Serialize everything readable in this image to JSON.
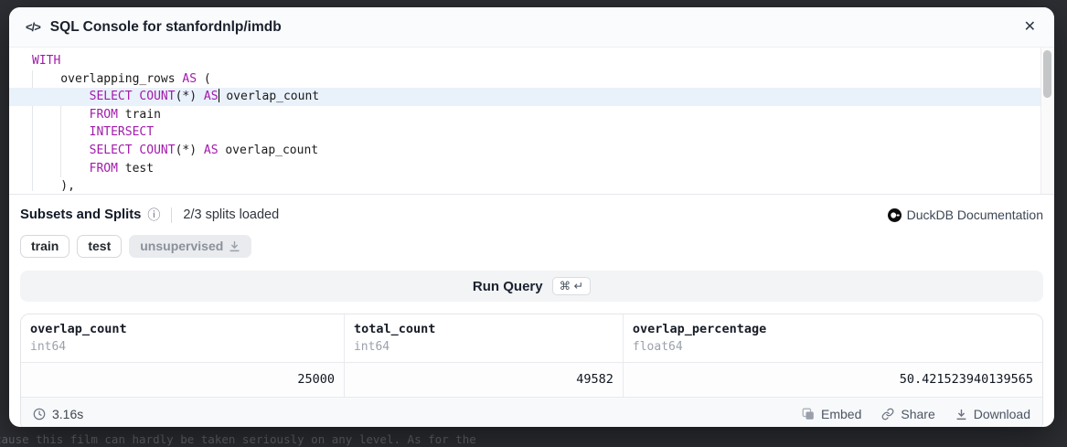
{
  "backdrop": {
    "page_text": "cause this film can hardly be taken seriously on any level. As for the"
  },
  "icons": {
    "code": "</>",
    "close": "✕",
    "info": "ⓘ"
  },
  "modal": {
    "title": "SQL Console for stanfordnlp/imdb"
  },
  "code": {
    "l1": {
      "k1": "WITH"
    },
    "l2": {
      "p1": "    overlapping_rows ",
      "k1": "AS",
      "p2": " ("
    },
    "l3": {
      "p1": "        ",
      "k1": "SELECT",
      "p2": " ",
      "k2": "COUNT",
      "p3": "(*) ",
      "k3": "AS",
      "p4": " overlap_count"
    },
    "l4": {
      "p1": "        ",
      "k1": "FROM",
      "p2": " train"
    },
    "l5": {
      "p1": "        ",
      "k1": "INTERSECT"
    },
    "l6": {
      "p1": "        ",
      "k1": "SELECT",
      "p2": " ",
      "k2": "COUNT",
      "p3": "(*) ",
      "k3": "AS",
      "p4": " overlap_count"
    },
    "l7": {
      "p1": "        ",
      "k1": "FROM",
      "p2": " test"
    },
    "l8": {
      "p1": "    ),"
    }
  },
  "subsets": {
    "heading": "Subsets and Splits",
    "status": "2/3 splits loaded",
    "doc_link": "DuckDB Documentation",
    "splits": [
      {
        "label": "train"
      },
      {
        "label": "test"
      },
      {
        "label": "unsupervised"
      }
    ]
  },
  "run": {
    "label": "Run Query",
    "shortcut": "⌘ ↵"
  },
  "results": {
    "columns": [
      {
        "name": "overlap_count",
        "type": "int64"
      },
      {
        "name": "total_count",
        "type": "int64"
      },
      {
        "name": "overlap_percentage",
        "type": "float64"
      }
    ],
    "rows": [
      [
        "25000",
        "49582",
        "50.421523940139565"
      ]
    ],
    "duration": "3.16s",
    "actions": [
      "Embed",
      "Share",
      "Download"
    ]
  },
  "colors": {
    "keyword": "#a21aab",
    "active_line": "#e9f1fb",
    "backdrop": "#2d2f34",
    "accent_text": "#1a202c"
  }
}
